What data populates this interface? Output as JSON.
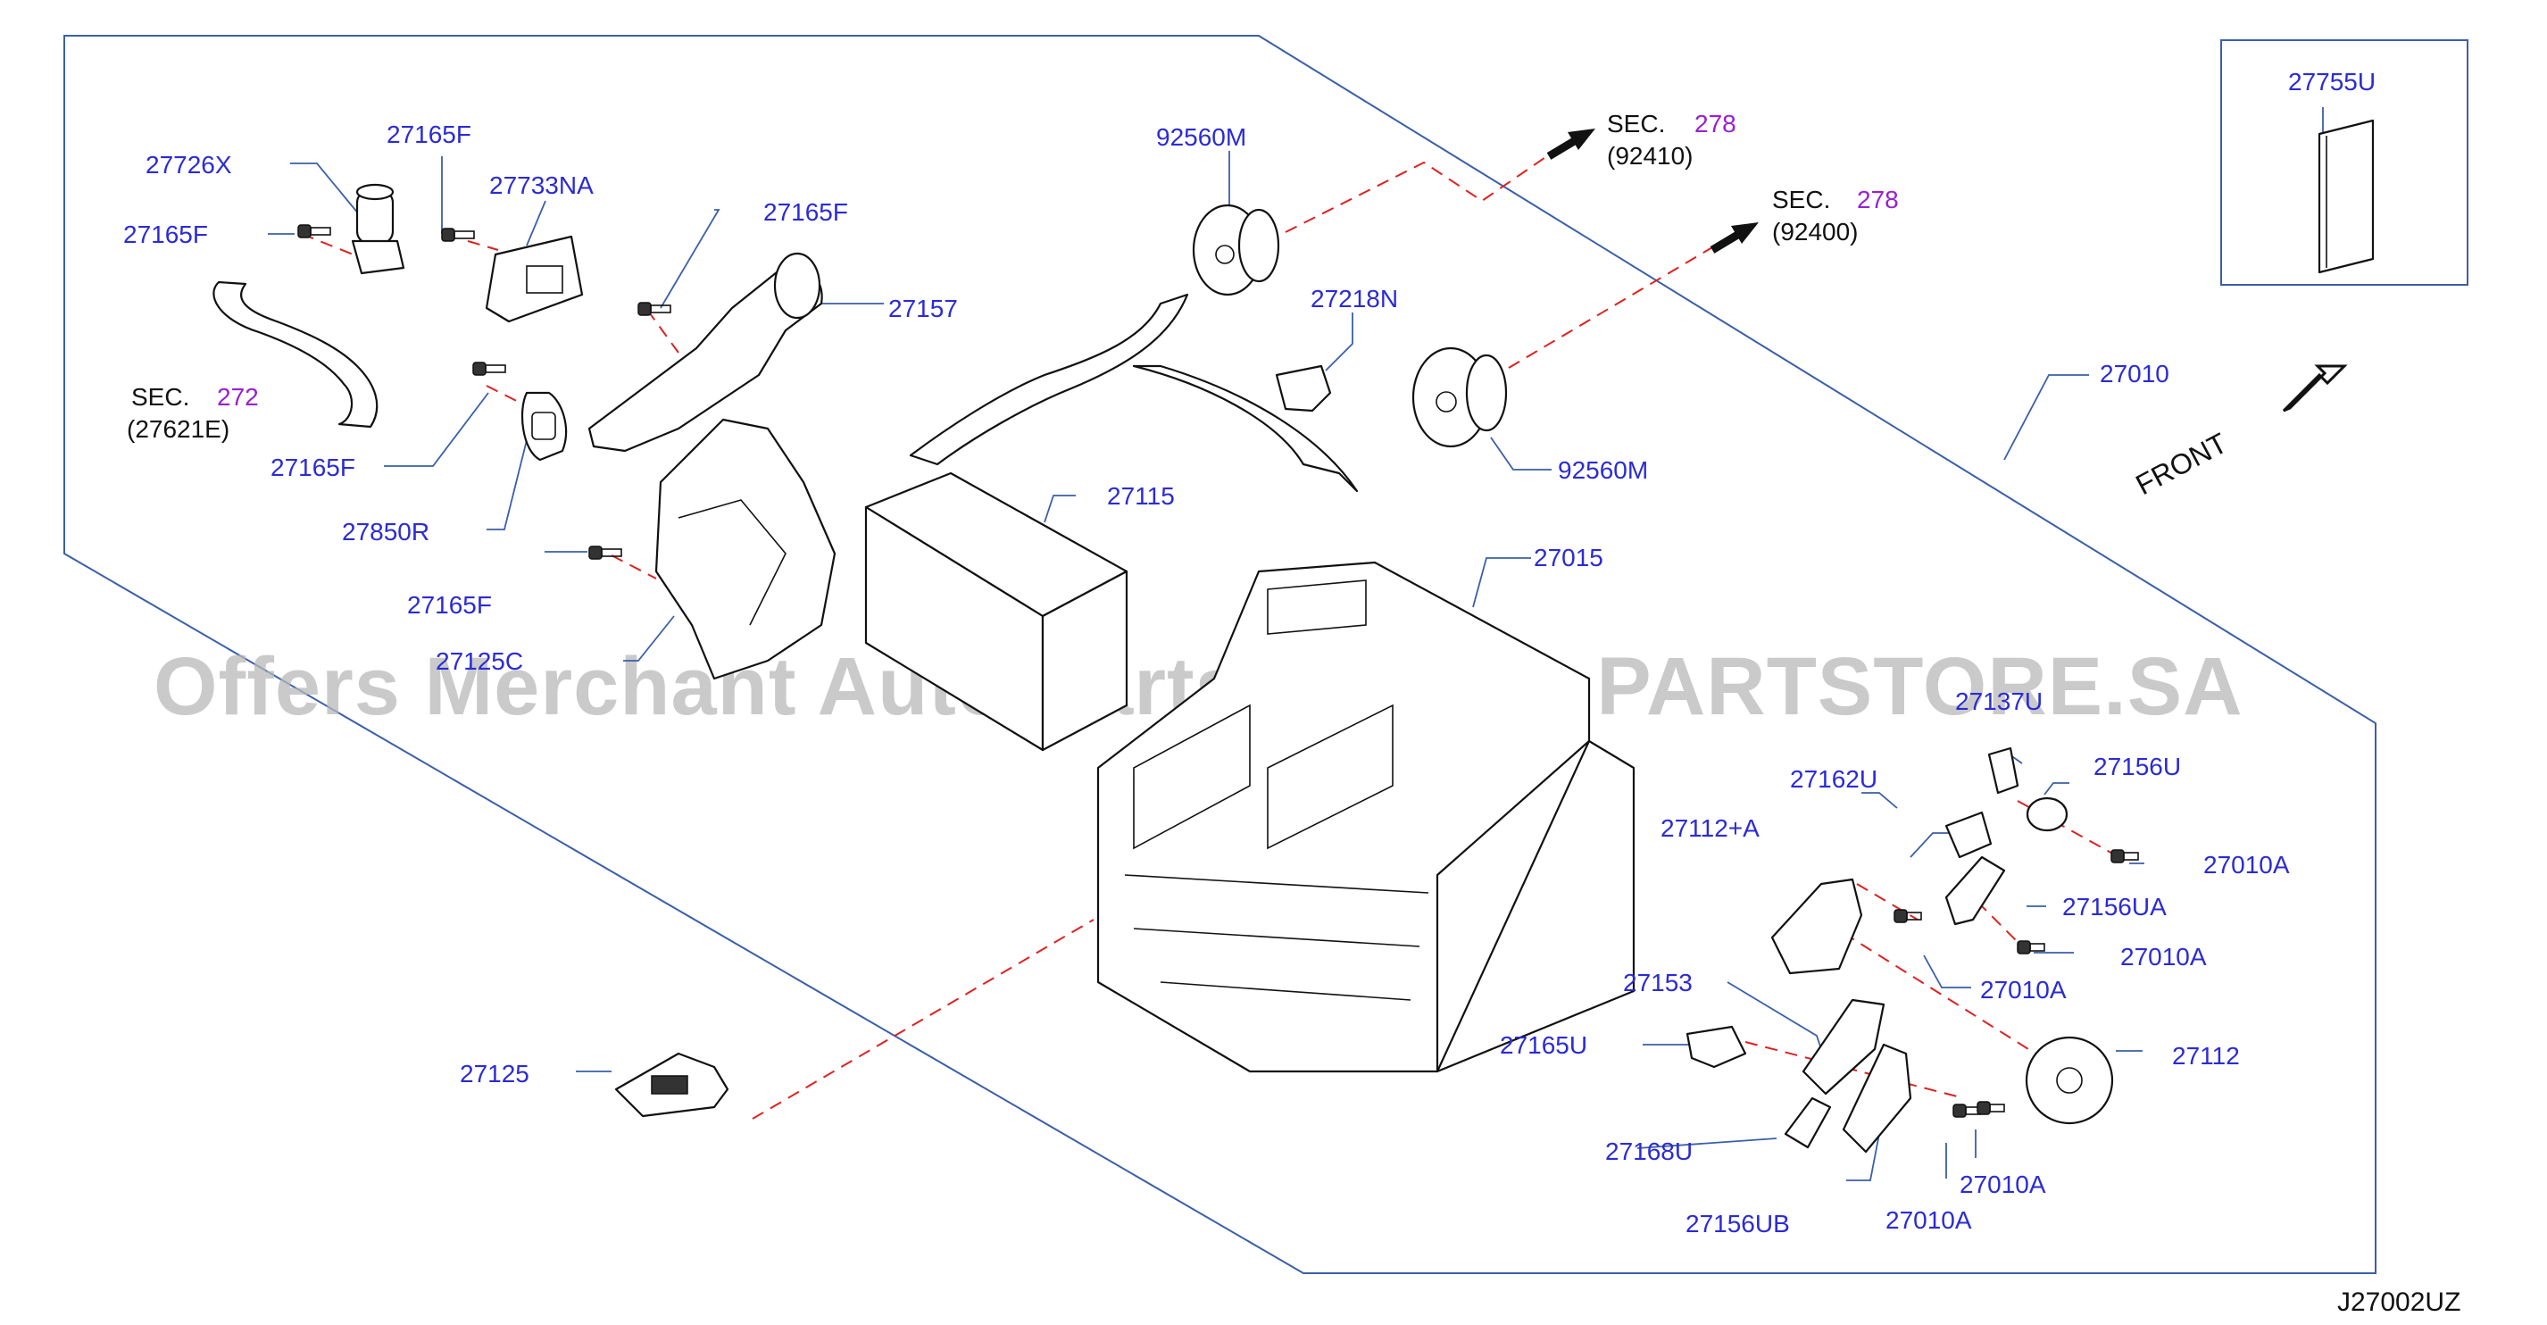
{
  "diagram": {
    "drawing_number": "J27002UZ",
    "watermark": "Offers Merchant Auto Parts Catalog PARTSTORE.SA",
    "front_label": "FRONT",
    "section_refs": [
      {
        "prefix": "SEC.",
        "ref": "278",
        "code": "(92410)"
      },
      {
        "prefix": "SEC.",
        "ref": "278",
        "code": "(92400)"
      },
      {
        "prefix": "SEC.",
        "ref": "272",
        "code": "(27621E)"
      }
    ],
    "part_labels": [
      "27726X",
      "27165F",
      "27165F",
      "27733NA",
      "27165F",
      "27157",
      "27165F",
      "27850R",
      "27165F",
      "27125C",
      "92560M",
      "27218N",
      "92560M",
      "27115",
      "27015",
      "27010",
      "27755U",
      "27137U",
      "27156U",
      "27162U",
      "27112+A",
      "27010A",
      "27156UA",
      "27010A",
      "27010A",
      "27153",
      "27165U",
      "27112",
      "27168U",
      "27010A",
      "27156UB",
      "27010A",
      "27125"
    ]
  }
}
